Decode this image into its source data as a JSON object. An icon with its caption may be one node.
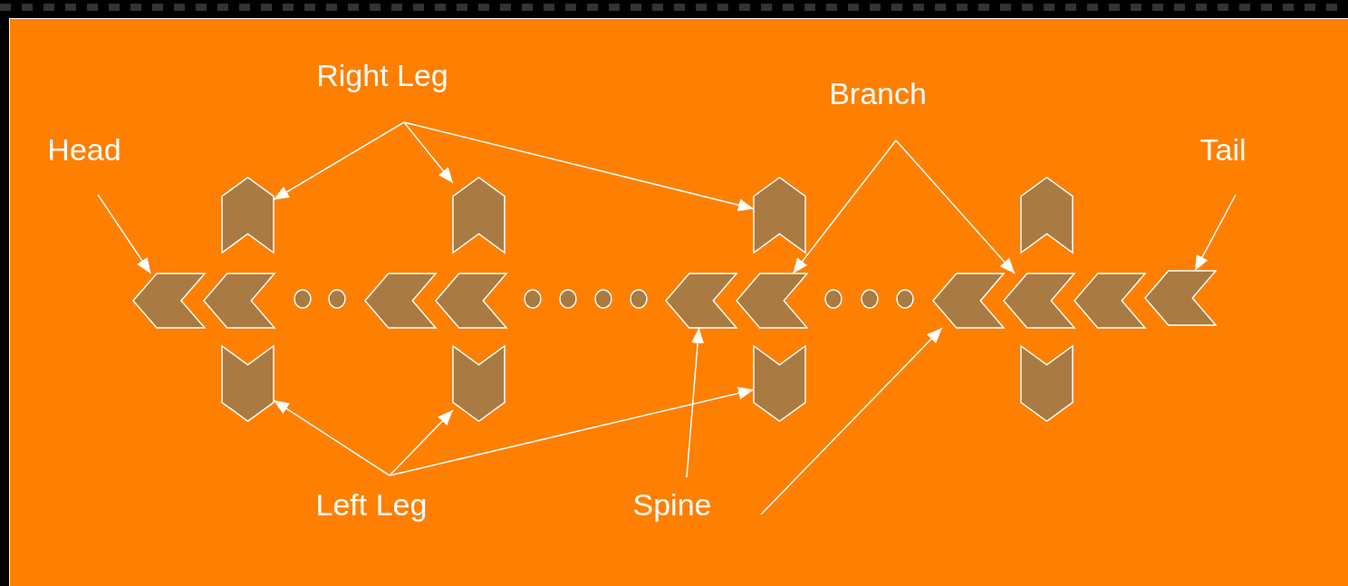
{
  "diagram": {
    "nodes": [
      {
        "text": [
          "Right Leg"
        ]
      },
      {
        "text": [
          "Branch"
        ]
      },
      {
        "text": [
          "Head"
        ]
      },
      {
        "text": [
          "Tail"
        ]
      },
      {
        "text": [],
        "shape": "chevron"
      },
      {
        "text": [],
        "shape": "chevron"
      },
      {
        "text": [],
        "shape": "chevron"
      },
      {
        "text": [],
        "shape": "chevron"
      },
      {
        "text": [],
        "shape": "chevron"
      },
      {
        "text": [],
        "shape": "chevron"
      },
      {
        "text": [],
        "shape": "circle"
      },
      {
        "text": [],
        "shape": "circle"
      },
      {
        "text": [],
        "shape": "chevron"
      },
      {
        "text": [],
        "shape": "chevron"
      },
      {
        "text": [],
        "shape": "circle"
      },
      {
        "text": [],
        "shape": "circle"
      },
      {
        "text": [],
        "shape": "circle"
      },
      {
        "text": [],
        "shape": "circle"
      },
      {
        "text": [],
        "shape": "chevron"
      },
      {
        "text": [],
        "shape": "chevron"
      },
      {
        "text": [],
        "shape": "circle"
      },
      {
        "text": [],
        "shape": "circle"
      },
      {
        "text": [],
        "shape": "circle"
      },
      {
        "text": [],
        "shape": "chevron"
      },
      {
        "text": [],
        "shape": "chevron"
      },
      {
        "text": [],
        "shape": "chevron"
      },
      {
        "text": [],
        "shape": "chevron"
      },
      {
        "text": [],
        "shape": "chevron"
      },
      {
        "text": [],
        "shape": "chevron"
      },
      {
        "text": [],
        "shape": "chevron"
      },
      {
        "text": [],
        "shape": "chevron"
      },
      {
        "text": [
          "Left Leg"
        ]
      },
      {
        "text": [
          "Spine"
        ]
      }
    ],
    "edges": [
      {
        "from": 0,
        "to": 4,
        "arrow": "to"
      },
      {
        "from": 0,
        "to": 5,
        "arrow": "to"
      },
      {
        "from": 0,
        "to": 6,
        "arrow": "to"
      },
      {
        "from": 1,
        "to": 19,
        "arrow": "to"
      },
      {
        "from": 1,
        "to": 24,
        "arrow": "to"
      },
      {
        "from": 2,
        "to": 8,
        "arrow": "to"
      },
      {
        "from": 3,
        "to": 26,
        "arrow": "to"
      },
      {
        "from": 31,
        "to": 27,
        "arrow": "to"
      },
      {
        "from": 31,
        "to": 28,
        "arrow": "to"
      },
      {
        "from": 31,
        "to": 29,
        "arrow": "to"
      },
      {
        "from": 32,
        "to": 18,
        "arrow": "to"
      },
      {
        "from": null,
        "to": 23,
        "arrow": "to"
      }
    ]
  }
}
